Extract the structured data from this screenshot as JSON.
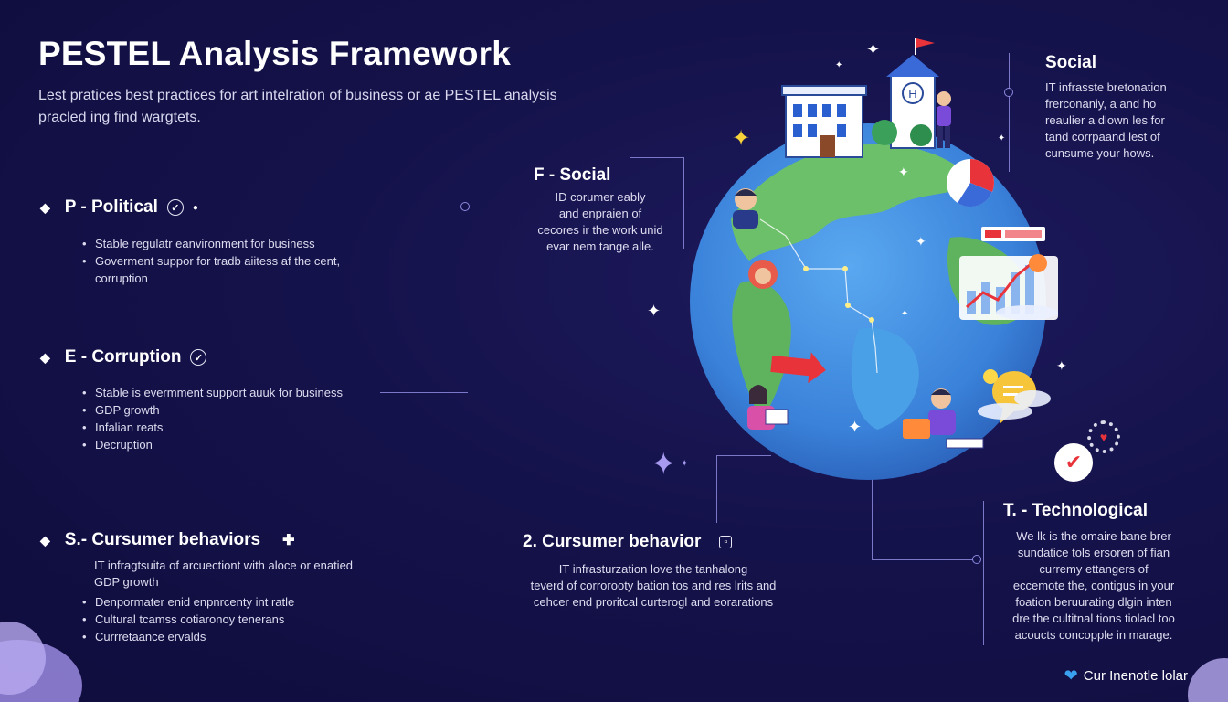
{
  "header": {
    "title": "PESTEL Analysis Framework",
    "subtitle_line1": "Lest pratices best practices for art intelration of business or ae PESTEL analysis",
    "subtitle_line2": "pracled ing find wargtets."
  },
  "left_sections": [
    {
      "heading": "P - Political",
      "items": [
        "Stable regulatr eanvironment for business",
        "Goverment suppor for tradb aiitess af the cent,",
        "corruption"
      ]
    },
    {
      "heading": "E - Corruption",
      "items": [
        "Stable is evermment support auuk for business",
        "GDP growth",
        "Infalian reats",
        "Decruption"
      ]
    },
    {
      "heading": "S - Cursumer behaviors",
      "heading_display": "S.- Cursumer behaviors",
      "intro_line1": "IT infragtsuita of arcuectiont with aloce or enatied",
      "intro_line2": "GDP growth",
      "items": [
        "Denpormater enid enpnrcenty int ratle",
        "Cultural tcamss cotiaronoy tenerans",
        "Currretaance ervalds"
      ]
    }
  ],
  "middle_sections": [
    {
      "heading": "F - Social",
      "lines": [
        "ID corumer eably",
        "and enpraien of",
        "cecores ir the work unid",
        "evar nem tange alle."
      ]
    },
    {
      "heading": "2. Cursumer behavior",
      "lines": [
        "IT infrasturzation love the tanhalong",
        "teverd of corrorooty bation tos and res lrits and",
        "cehcer end proritcal curterogl and eorarations"
      ]
    }
  ],
  "right_sections": [
    {
      "heading": "Social",
      "lines": [
        "IT infrasste bretonation",
        "frerconaniy, a and ho",
        "reaulier a dlown les for",
        "tand corrpaand lest of",
        "cunsume your hows."
      ]
    },
    {
      "heading": "T. - Technological",
      "lines": [
        "We lk is the omaire bane brer",
        "sundatice tols ersoren of fian",
        "curremy ettangers of",
        "eccemote the, contigus in your",
        "foation beruurating dlgin inten",
        "dre the cultitnal tions tiolacl too",
        "acoucts concopple in marage."
      ]
    }
  ],
  "footer": {
    "text": "Cur Inenotle lolar"
  },
  "globe_labels": {
    "badge_text": "H"
  },
  "colors": {
    "background": "#14124a",
    "accent": "#7a78c7",
    "globe_ocean": "#3d8be0",
    "globe_land": "#6cc06a",
    "highlight_red": "#e8333b"
  },
  "icons": [
    "check-icon",
    "diamond-bullet-icon",
    "puzzle-icon",
    "sparkle-icon",
    "globe-illustration",
    "building-icon",
    "chart-icon",
    "speech-bubble-icon",
    "heart-icon",
    "flag-icon",
    "bird-logo-icon"
  ]
}
